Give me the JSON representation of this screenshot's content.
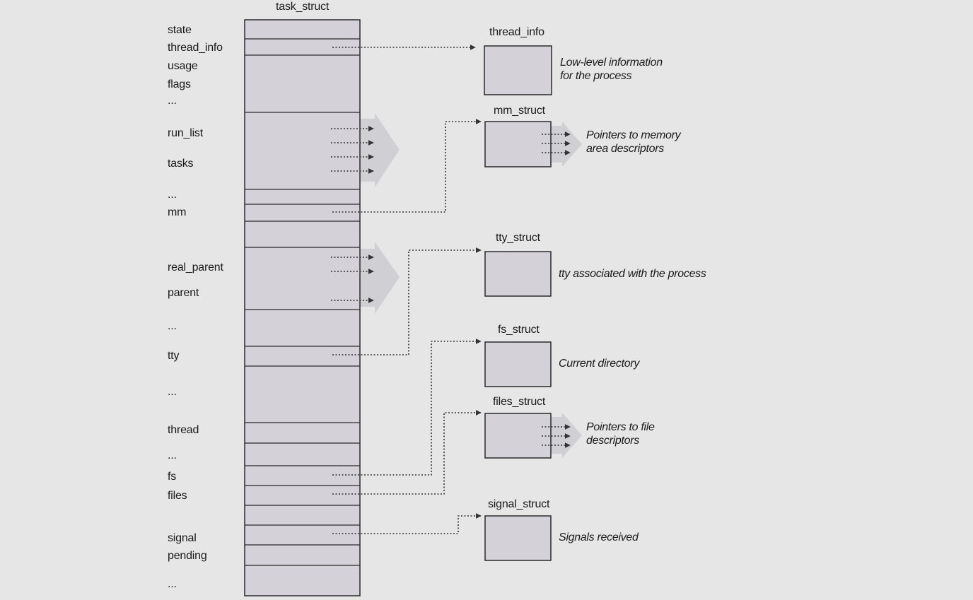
{
  "task_struct": {
    "title": "task_struct",
    "fields": [
      "state",
      "thread_info",
      "usage",
      "flags",
      "...",
      "run_list",
      "tasks",
      "...",
      "mm",
      "real_parent",
      "parent",
      "...",
      "tty",
      "...",
      "thread",
      "...",
      "fs",
      "files",
      "signal",
      "pending",
      "..."
    ]
  },
  "structs": [
    {
      "title": "thread_info",
      "desc": [
        "Low-level information",
        "for the process"
      ]
    },
    {
      "title": "mm_struct",
      "desc": [
        "Pointers to memory",
        "area descriptors"
      ]
    },
    {
      "title": "tty_struct",
      "desc": [
        "tty associated with the process"
      ]
    },
    {
      "title": "fs_struct",
      "desc": [
        "Current directory"
      ]
    },
    {
      "title": "files_struct",
      "desc": [
        "Pointers to file",
        "descriptors"
      ]
    },
    {
      "title": "signal_struct",
      "desc": [
        "Signals received"
      ]
    }
  ],
  "colors": {
    "background": "#e6e6e6",
    "box_fill": "#d4d2d8",
    "box_stroke": "#2a2a2a",
    "wedge": "#d0cfd4",
    "pointer": "#333333"
  }
}
